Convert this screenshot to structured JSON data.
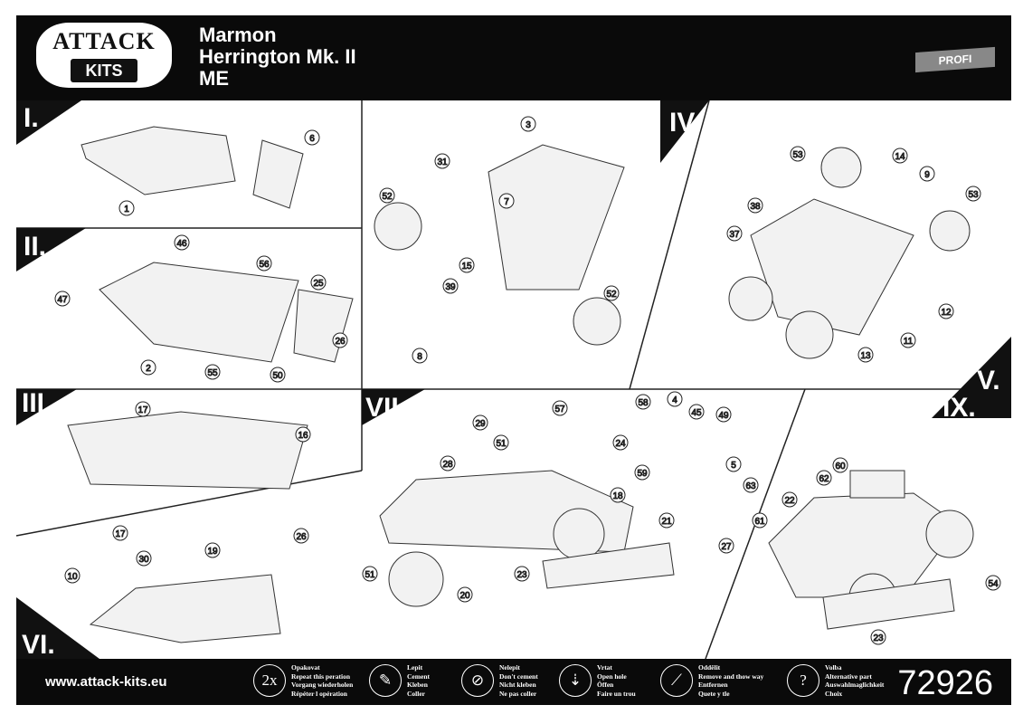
{
  "header": {
    "logo_top": "ATTACK",
    "logo_bottom": "KITS",
    "title_lines": [
      "Marmon",
      "Herrington Mk. II",
      "ME"
    ],
    "badge": "PROFI"
  },
  "steps": {
    "s1": "I.",
    "s2": "II.",
    "s3": "III.",
    "s4": "IV.",
    "s5": "V.",
    "s6": "VI.",
    "s7": "VII.",
    "s9": "IX."
  },
  "parts": {
    "p1": [
      "1",
      "6"
    ],
    "p2": [
      "46",
      "56",
      "47",
      "25",
      "26",
      "2",
      "55",
      "50"
    ],
    "p3": [
      "17",
      "16",
      "17"
    ],
    "p4": [
      "3",
      "31",
      "7",
      "52",
      "15",
      "39",
      "52",
      "8"
    ],
    "p5": [
      "53",
      "14",
      "9",
      "38",
      "53",
      "37",
      "12",
      "11",
      "13"
    ],
    "p6": [
      "30",
      "19",
      "10"
    ],
    "p7": [
      "29",
      "51",
      "28",
      "57",
      "58",
      "4",
      "45",
      "49",
      "24",
      "59",
      "5",
      "18",
      "21",
      "26",
      "51",
      "20",
      "23"
    ],
    "p9": [
      "60",
      "63",
      "62",
      "22",
      "61",
      "27",
      "54",
      "23"
    ]
  },
  "footer": {
    "url": "www.attack-kits.eu",
    "legend": [
      {
        "icon": "2x",
        "lines": [
          "Opakovat",
          "Repeat this peration",
          "Vorgang wiederholen",
          "Répéter l opération"
        ]
      },
      {
        "icon": "✎",
        "lines": [
          "Lepit",
          "Cement",
          "Kleben",
          "Coller"
        ]
      },
      {
        "icon": "⊘",
        "lines": [
          "Nelepit",
          "Don't cement",
          "Nicht kleben",
          "Ne pas coller"
        ]
      },
      {
        "icon": "⇣",
        "lines": [
          "Vrtat",
          "Open hole",
          "Öffen",
          "Faire un trou"
        ]
      },
      {
        "icon": "⟋",
        "lines": [
          "Oddělit",
          "Remove and thow way",
          "Entfernen",
          "Quete y tle"
        ]
      },
      {
        "icon": "?",
        "lines": [
          "Volba",
          "Alternative part",
          "Auswahlmaglichkeit",
          "Choix"
        ]
      }
    ],
    "code": "72926"
  }
}
